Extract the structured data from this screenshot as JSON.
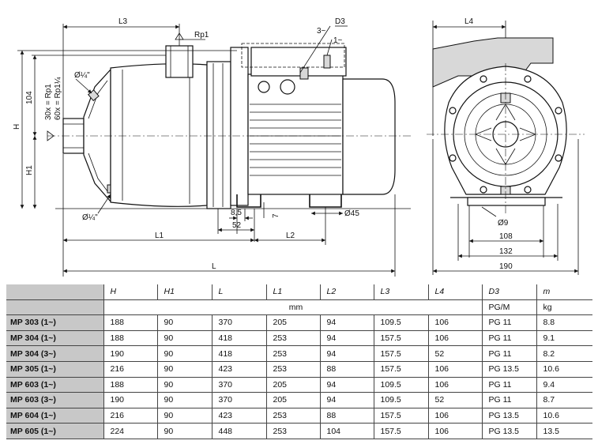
{
  "drawing": {
    "labels": {
      "L3": "L3",
      "Rp1": "Rp1",
      "D3": "D3",
      "three_phase": "3~",
      "one_phase": "1~",
      "L4": "L4",
      "phi_quarter_top": "Ø¼\"",
      "phi_quarter_bottom": "Ø¼\"",
      "dim_104": "104",
      "rp_note_1": "30x = Rp1",
      "rp_note_2": "60x = Rp1¼",
      "H": "H",
      "H1": "H1",
      "dim_8_5": "8,5",
      "dim_7": "7",
      "dim_52": "52",
      "phi_45": "Ø45",
      "L1": "L1",
      "L2": "L2",
      "L": "L",
      "phi_9": "Ø9",
      "dim_108": "108",
      "dim_132": "132",
      "dim_190": "190"
    }
  },
  "table": {
    "columns": [
      "H",
      "H1",
      "L",
      "L1",
      "L2",
      "L3",
      "L4",
      "D3",
      "m"
    ],
    "units": {
      "mm": "mm",
      "d3": "PG/M",
      "m": "kg"
    },
    "rows": [
      {
        "model": "MP 303 (1~)",
        "H": "188",
        "H1": "90",
        "L": "370",
        "L1": "205",
        "L2": "94",
        "L3": "109.5",
        "L4": "106",
        "D3": "PG 11",
        "m": "8.8"
      },
      {
        "model": "MP 304 (1~)",
        "H": "188",
        "H1": "90",
        "L": "418",
        "L1": "253",
        "L2": "94",
        "L3": "157.5",
        "L4": "106",
        "D3": "PG 11",
        "m": "9.1"
      },
      {
        "model": "MP 304 (3~)",
        "H": "190",
        "H1": "90",
        "L": "418",
        "L1": "253",
        "L2": "94",
        "L3": "157.5",
        "L4": "52",
        "D3": "PG 11",
        "m": "8.2"
      },
      {
        "model": "MP 305 (1~)",
        "H": "216",
        "H1": "90",
        "L": "423",
        "L1": "253",
        "L2": "88",
        "L3": "157.5",
        "L4": "106",
        "D3": "PG 13.5",
        "m": "10.6"
      },
      {
        "model": "MP 603 (1~)",
        "H": "188",
        "H1": "90",
        "L": "370",
        "L1": "205",
        "L2": "94",
        "L3": "109.5",
        "L4": "106",
        "D3": "PG 11",
        "m": "9.4"
      },
      {
        "model": "MP 603 (3~)",
        "H": "190",
        "H1": "90",
        "L": "370",
        "L1": "205",
        "L2": "94",
        "L3": "109.5",
        "L4": "52",
        "D3": "PG 11",
        "m": "8.7"
      },
      {
        "model": "MP 604 (1~)",
        "H": "216",
        "H1": "90",
        "L": "423",
        "L1": "253",
        "L2": "88",
        "L3": "157.5",
        "L4": "106",
        "D3": "PG 13.5",
        "m": "10.6"
      },
      {
        "model": "MP 605 (1~)",
        "H": "224",
        "H1": "90",
        "L": "448",
        "L1": "253",
        "L2": "104",
        "L3": "157.5",
        "L4": "106",
        "D3": "PG 13.5",
        "m": "13.5"
      }
    ]
  }
}
